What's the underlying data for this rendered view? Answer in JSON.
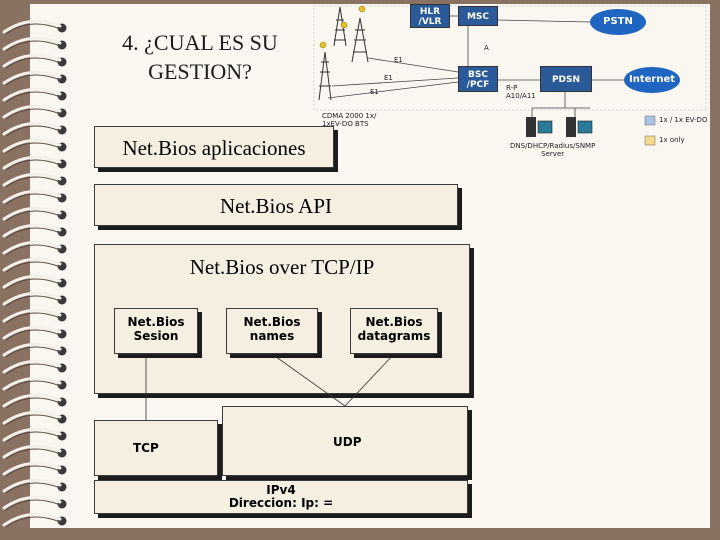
{
  "slide": {
    "title_line1": "4. ¿CUAL ES SU",
    "title_line2": "GESTION?"
  },
  "stack": {
    "apps": "Net.Bios aplicaciones",
    "api": "Net.Bios API",
    "over": "Net.Bios  over TCP/IP",
    "sesion_l1": "Net.Bios",
    "sesion_l2": "Sesion",
    "names_l1": "Net.Bios",
    "names_l2": "names",
    "dgram_l1": "Net.Bios",
    "dgram_l2": "datagrams",
    "tcp": "TCP",
    "udp": "UDP",
    "ipv4_l1": "IPv4",
    "ipv4_l2": "Direccion: Ip: ="
  },
  "network": {
    "hlr_l1": "HLR",
    "hlr_l2": "/VLR",
    "msc": "MSC",
    "pstn": "PSTN",
    "bsc_l1": "BSC",
    "bsc_l2": "/PCF",
    "pdsn": "PDSN",
    "internet": "Internet",
    "a_label": "A",
    "e1_top": "E1",
    "e1_mid": "E1",
    "e1_bot": "E1",
    "rp_l1": "R-P",
    "rp_l2": "A10/A11",
    "bts_l1": "CDMA 2000 1x/",
    "bts_l2": "1xEV-DO BTS",
    "servers_l1": "DNS/DHCP/Radius/SNMP",
    "servers_l2": "Server",
    "legend_blue": "1x / 1x EV-DO",
    "legend_yellow": "1x only"
  },
  "colors": {
    "border_brown": "#8a7262",
    "box_fill": "#f4efe0",
    "node_blue": "#2a5a9a",
    "cloud_blue": "#1f66c2",
    "legend_blue": "#a9c3e6",
    "legend_yellow": "#f5d98c",
    "antenna_yellow": "#e8c020"
  }
}
